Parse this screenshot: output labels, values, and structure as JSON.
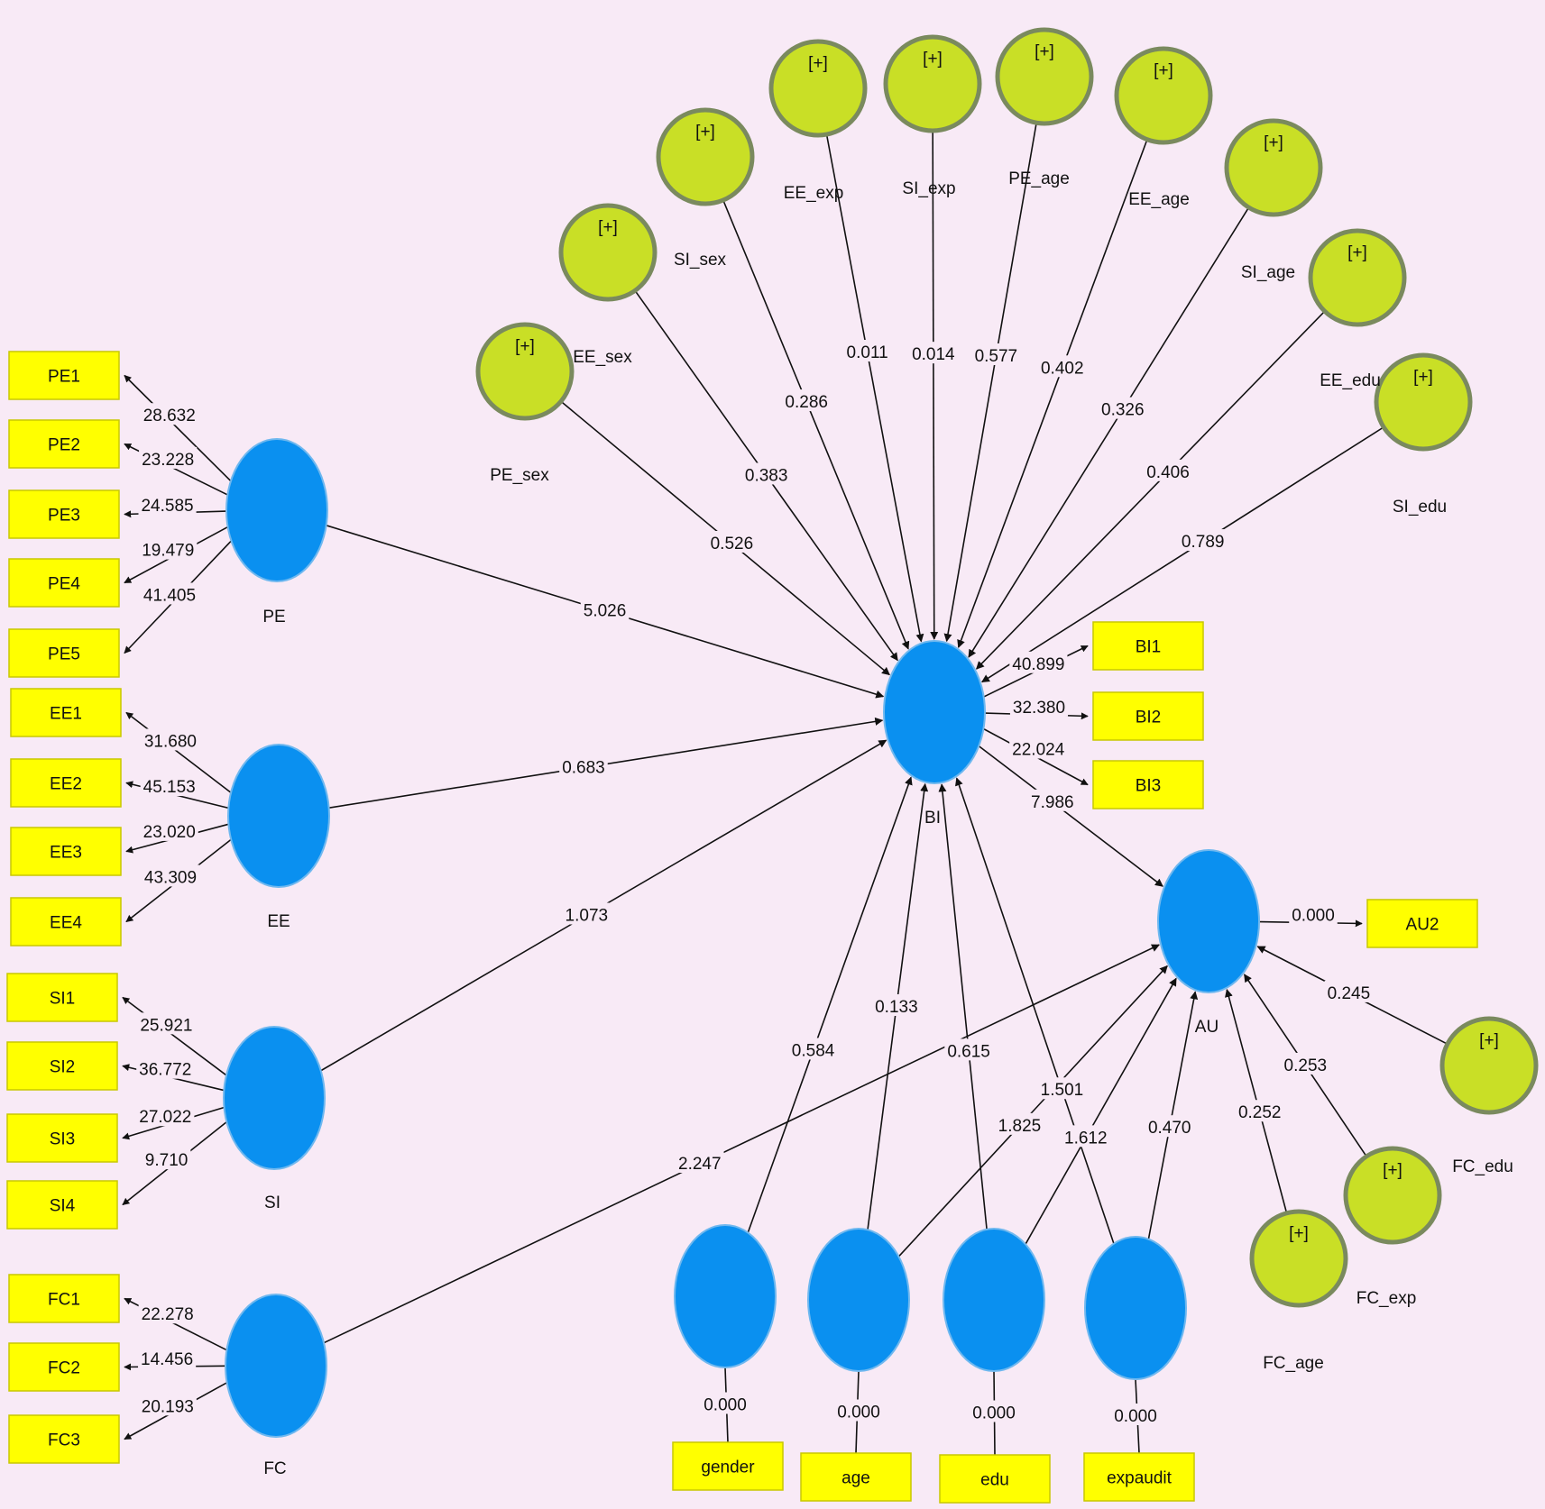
{
  "colors": {
    "background": "#f8eaf6",
    "latent": "#0a90f0",
    "moderator_fill": "#c9df26",
    "moderator_stroke": "#7a8a5e",
    "indicator": "#ffff00",
    "indicator_stroke": "#c8c800",
    "line": "#111111"
  },
  "indicators": {
    "PE1": "PE1",
    "PE2": "PE2",
    "PE3": "PE3",
    "PE4": "PE4",
    "PE5": "PE5",
    "EE1": "EE1",
    "EE2": "EE2",
    "EE3": "EE3",
    "EE4": "EE4",
    "SI1": "SI1",
    "SI2": "SI2",
    "SI3": "SI3",
    "SI4": "SI4",
    "FC1": "FC1",
    "FC2": "FC2",
    "FC3": "FC3",
    "BI1": "BI1",
    "BI2": "BI2",
    "BI3": "BI3",
    "AU2": "AU2",
    "gender": "gender",
    "age": "age",
    "edu": "edu",
    "expaudit": "expaudit"
  },
  "latents": {
    "PE": "PE",
    "EE": "EE",
    "SI": "SI",
    "FC": "FC",
    "BI": "BI",
    "AU": "AU",
    "gender": "",
    "age": "",
    "edu": "",
    "expaudit": ""
  },
  "moderators": {
    "PE_sex": "PE_sex",
    "EE_sex": "EE_sex",
    "SI_sex": "SI_sex",
    "EE_exp": "EE_exp",
    "SI_exp": "SI_exp",
    "PE_age": "PE_age",
    "EE_age": "EE_age",
    "SI_age": "SI_age",
    "EE_edu": "EE_edu",
    "SI_edu": "SI_edu",
    "FC_edu": "FC_edu",
    "FC_exp": "FC_exp",
    "FC_age": "FC_age",
    "expand_mark": "[+]"
  },
  "outer_loadings": {
    "PE1": "28.632",
    "PE2": "23.228",
    "PE3": "24.585",
    "PE4": "19.479",
    "PE5": "41.405",
    "EE1": "31.680",
    "EE2": "45.153",
    "EE3": "23.020",
    "EE4": "43.309",
    "SI1": "25.921",
    "SI2": "36.772",
    "SI3": "27.022",
    "SI4": "9.710",
    "FC1": "22.278",
    "FC2": "14.456",
    "FC3": "20.193",
    "BI1": "40.899",
    "BI2": "32.380",
    "BI3": "22.024",
    "AU2": "0.000",
    "gender": "0.000",
    "age": "0.000",
    "edu": "0.000",
    "expaudit": "0.000"
  },
  "path_coefficients": {
    "PE_BI": "5.026",
    "EE_BI": "0.683",
    "SI_BI": "1.073",
    "FC_AU": "2.247",
    "BI_AU": "7.986",
    "PE_sex_BI": "0.526",
    "EE_sex_BI": "0.383",
    "SI_sex_BI": "0.286",
    "EE_exp_BI": "0.011",
    "SI_exp_BI": "0.014",
    "PE_age_BI": "0.577",
    "EE_age_BI": "0.402",
    "SI_age_BI": "0.326",
    "EE_edu_BI": "0.406",
    "SI_edu_BI": "0.789",
    "gender_BI": "0.584",
    "age_BI": "0.133",
    "edu_BI": "0.615",
    "expaudit_BI": "1.501",
    "age_AU": "1.825",
    "edu_AU": "1.612",
    "expaudit_AU": "0.470",
    "FC_age_AU": "0.252",
    "FC_exp_AU": "0.253",
    "FC_edu_AU": "0.245"
  }
}
